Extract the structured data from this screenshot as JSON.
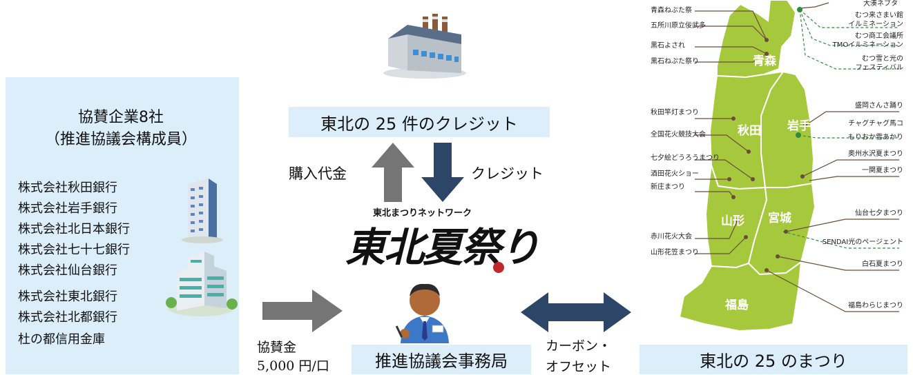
{
  "sponsors": {
    "title": "協賛企業8社",
    "subtitle": "（推進協議会構成員）",
    "banks": [
      "株式会社秋田銀行",
      "株式会社岩手銀行",
      "株式会社北日本銀行",
      "株式会社七十七銀行",
      "株式会社仙台銀行",
      "株式会社東北銀行",
      "株式会社北都銀行",
      "杜の都信用金庫"
    ]
  },
  "credits_box": "東北の 25 件のクレジット",
  "purchase_label": "購入代金",
  "credit_label": "クレジット",
  "logo": {
    "network": "東北まつりネットワーク",
    "main": "東北夏祭り"
  },
  "office_box": "推進協議会事務局",
  "sponsorship": {
    "label": "協賛金",
    "amount": "5,000 円/口"
  },
  "offset_label": {
    "line1": "カーボン・",
    "line2": "オフセット"
  },
  "festivals_box": "東北の 25 のまつり",
  "colors": {
    "panel": "#dbeefa",
    "map_green": "#a6c83c",
    "arrow_gray": "#757575",
    "arrow_navy": "#2d4566"
  },
  "map": {
    "prefectures": {
      "aomori": "青森",
      "akita": "秋田",
      "iwate": "岩手",
      "yamagata": "山形",
      "miyagi": "宮城",
      "fukushima": "福島"
    },
    "left_labels": [
      "青森ねぶた祭",
      "五所川原立佞武多",
      "黒石よされ",
      "黒石ねぷた祭り",
      "秋田竿灯まつり",
      "全国花火競技大会",
      "七夕絵どうろうまつり",
      "酒田花火ショー",
      "新庄まつり",
      "赤川花火大会",
      "山形花笠まつり"
    ],
    "right_labels": [
      "大湊ネブタ",
      "むつ来さまい館",
      "イルミネーション",
      "むつ商工会議所",
      "TMOイルミネーション",
      "むつ雪と光の",
      "フェスティバル",
      "盛岡さんさ踊り",
      "チャグチャグ馬コ",
      "もりおか雪あかり",
      "奥州水沢夏まつり",
      "一関夏まつり",
      "仙台七夕まつり",
      "SENDAI光のページェント",
      "白石夏まつり",
      "福島わらじまつり"
    ]
  }
}
